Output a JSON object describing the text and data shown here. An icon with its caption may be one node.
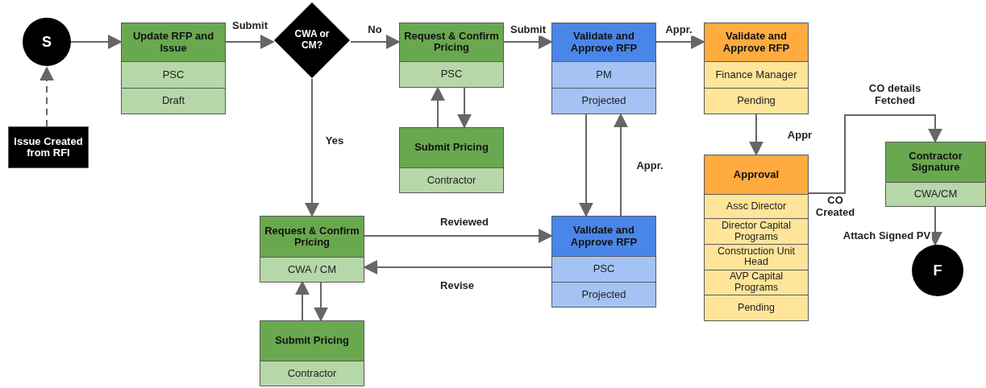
{
  "diagram": {
    "nodes": [
      {
        "text": [
          "S"
        ]
      },
      {
        "text": [
          "Issue Created from RFI"
        ]
      },
      {
        "text": [
          "Update RFP and Issue",
          "PSC",
          "Draft"
        ]
      },
      {
        "text": [
          "CWA or CM?"
        ]
      },
      {
        "text": [
          "Request & Confirm Pricing",
          "PSC"
        ]
      },
      {
        "text": [
          "Submit Pricing",
          "Contractor"
        ]
      },
      {
        "text": [
          "Validate and Approve RFP",
          "PM",
          "Projected"
        ]
      },
      {
        "text": [
          "Validate and Approve RFP",
          "Finance Manager",
          "Pending"
        ]
      },
      {
        "text": [
          "Approval",
          "Assc Director",
          "Director Capital Programs",
          "Construction Unit Head",
          "AVP Capital Programs",
          "Pending"
        ]
      },
      {
        "text": [
          "Contractor Signature",
          "CWA/CM"
        ]
      },
      {
        "text": [
          "F"
        ]
      },
      {
        "text": [
          "Request & Confirm Pricing",
          "CWA / CM"
        ]
      },
      {
        "text": [
          "Validate and Approve RFP",
          "PSC",
          "Projected"
        ]
      },
      {
        "text": [
          "Submit Pricing",
          "Contractor"
        ]
      }
    ],
    "edges": [
      {
        "from": 1,
        "to": 0,
        "arrow": "to",
        "style": "dashed"
      },
      {
        "from": 0,
        "to": 2,
        "arrow": "to"
      },
      {
        "from": 2,
        "to": 3,
        "arrow": "to",
        "label": "Submit"
      },
      {
        "from": 3,
        "to": 4,
        "arrow": "to",
        "label": "No"
      },
      {
        "from": 4,
        "to": 6,
        "arrow": "to",
        "label": "Submit"
      },
      {
        "from": 6,
        "to": 7,
        "arrow": "to",
        "label": "Appr."
      },
      {
        "from": 5,
        "to": 4,
        "arrow": "to"
      },
      {
        "from": 4,
        "to": 5,
        "arrow": "to"
      },
      {
        "from": 6,
        "to": 12,
        "arrow": "to"
      },
      {
        "from": 12,
        "to": 6,
        "arrow": "to",
        "label": "Appr."
      },
      {
        "from": 7,
        "to": 8,
        "arrow": "to",
        "label": "Appr"
      },
      {
        "from": 8,
        "to": 9,
        "arrow": "to",
        "label": "CO details Fetched"
      },
      {
        "from": 9,
        "to": 10,
        "arrow": "to",
        "label": "Attach Signed PV"
      },
      {
        "from": 3,
        "to": 11,
        "arrow": "to",
        "label": "Yes"
      },
      {
        "from": 11,
        "to": 12,
        "arrow": "to",
        "label": "Reviewed"
      },
      {
        "from": 12,
        "to": 11,
        "arrow": "to",
        "label": "Revise"
      },
      {
        "from": 13,
        "to": 11,
        "arrow": "to"
      },
      {
        "from": 11,
        "to": 13,
        "arrow": "to"
      }
    ],
    "labels": [
      "CO Created"
    ]
  }
}
